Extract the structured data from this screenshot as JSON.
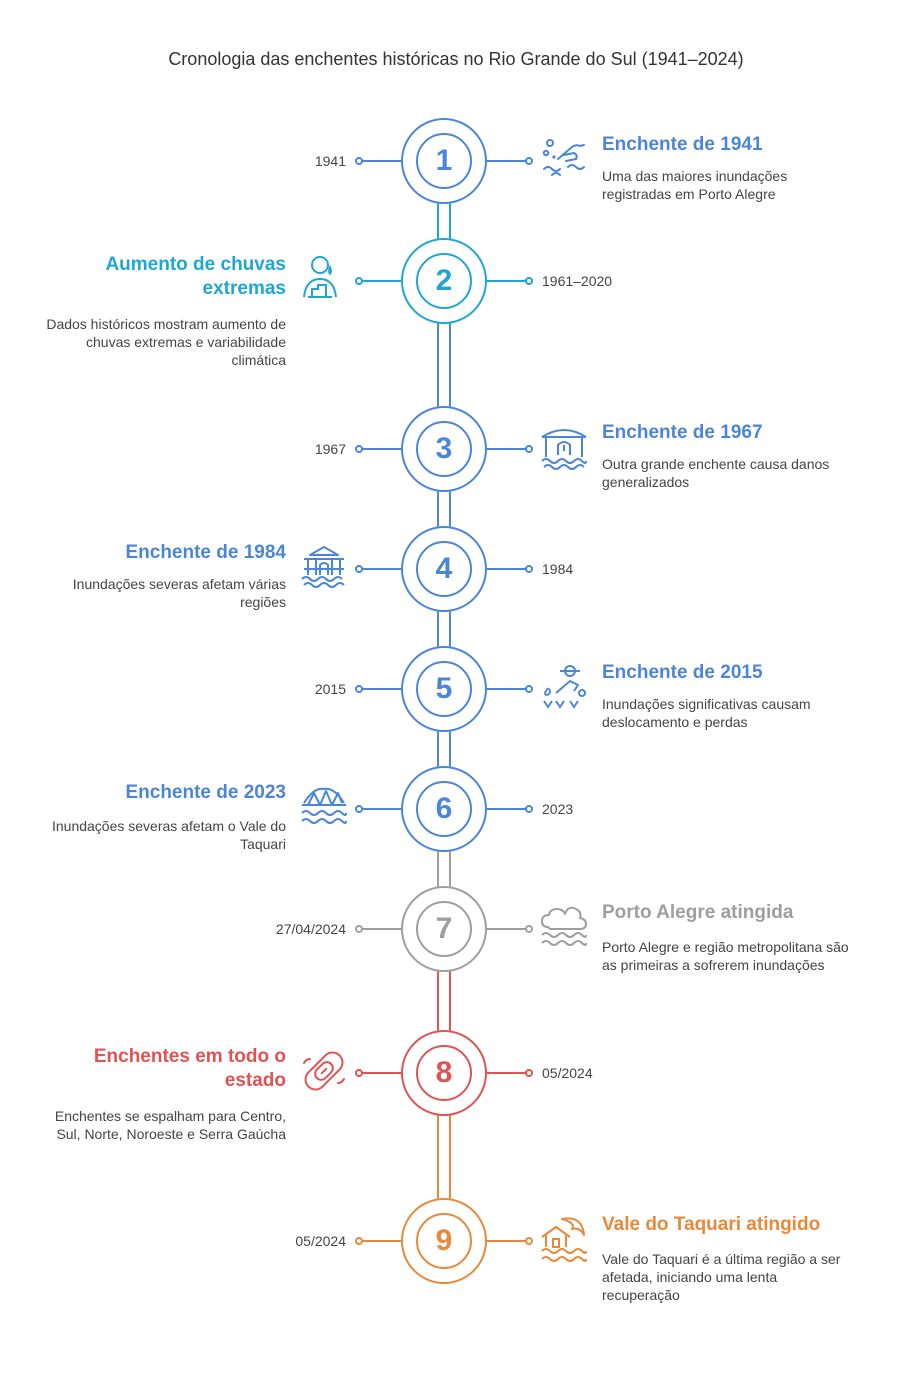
{
  "title": "Cronologia das enchentes históricas no Rio Grande do Sul (1941–2024)",
  "colors": {
    "blue": "#4a86d8",
    "cyan": "#1fa6d4",
    "gray": "#9e9e9e",
    "red": "#e05353",
    "orange": "#e8893a"
  },
  "events": [
    {
      "number": "1",
      "date": "1941",
      "title": "Enchente de 1941",
      "description": "Uma das maiores inundações registradas em Porto Alegre",
      "icon": "hand-waves-icon",
      "color": "#4a86d8"
    },
    {
      "number": "2",
      "date": "1961–2020",
      "title": "Aumento de chuvas extremas",
      "description": "Dados históricos mostram aumento de chuvas extremas e variabilidade climática",
      "icon": "person-rain-chart-icon",
      "color": "#1fa6d4"
    },
    {
      "number": "3",
      "date": "1967",
      "title": "Enchente de 1967",
      "description": "Outra grande enchente causa danos generalizados",
      "icon": "flooded-house-icon",
      "color": "#4a86d8"
    },
    {
      "number": "4",
      "date": "1984",
      "title": "Enchente de 1984",
      "description": "Inundações severas afetam várias regiões",
      "icon": "flooded-building-icon",
      "color": "#4a86d8"
    },
    {
      "number": "5",
      "date": "2015",
      "title": "Enchente de 2015",
      "description": "Inundações significativas causam deslocamento e perdas",
      "icon": "person-drops-icon",
      "color": "#4a86d8"
    },
    {
      "number": "6",
      "date": "2023",
      "title": "Enchente de 2023",
      "description": "Inundações severas afetam o Vale do Taquari",
      "icon": "bridge-water-icon",
      "color": "#4a86d8"
    },
    {
      "number": "7",
      "date": "27/04/2024",
      "title": "Porto Alegre atingida",
      "description": "Porto Alegre e região metropolitana são as primeiras a sofrerem inundações",
      "icon": "cloud-waves-icon",
      "color": "#9e9e9e"
    },
    {
      "number": "8",
      "date": "05/2024",
      "title": "Enchentes em todo o estado",
      "description": "Enchentes se espalham para Centro, Sul, Norte, Noroeste e Serra Gaúcha",
      "icon": "bandage-icon",
      "color": "#e05353"
    },
    {
      "number": "9",
      "date": "05/2024",
      "title": "Vale do Taquari atingido",
      "description": "Vale do Taquari é a última região a ser afetada, iniciando uma lenta recuperação",
      "icon": "house-wave-icon",
      "color": "#e8893a"
    }
  ]
}
